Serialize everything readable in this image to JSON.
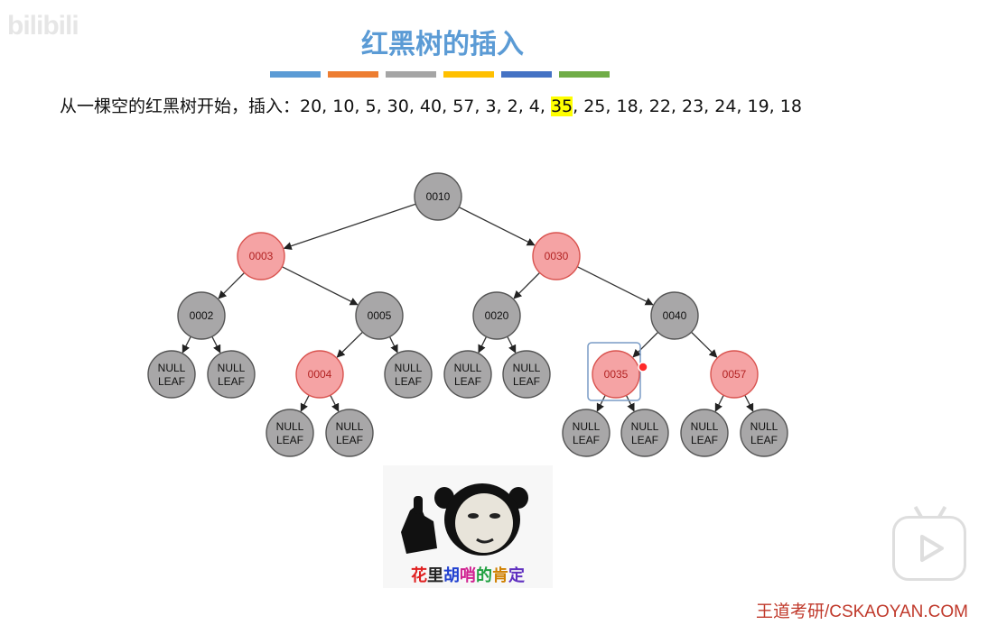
{
  "watermark": "bilibili",
  "title": "红黑树的插入",
  "stripes": [
    "#5b9bd5",
    "#ed7d31",
    "#a5a5a5",
    "#ffc000",
    "#4472c4",
    "#70ad47"
  ],
  "intro": {
    "prefix": "从一棵空的红黑树开始，插入：20, 10, 5, 30, 40, 57, 3, 2, 4, ",
    "highlight": "35",
    "suffix": ", 25, 18, 22, 23, 24, 19, 18"
  },
  "tree": {
    "nodes": [
      {
        "id": "n10",
        "label": "0010",
        "color": "black"
      },
      {
        "id": "n3",
        "label": "0003",
        "color": "red"
      },
      {
        "id": "n30",
        "label": "0030",
        "color": "red"
      },
      {
        "id": "n2",
        "label": "0002",
        "color": "black"
      },
      {
        "id": "n5",
        "label": "0005",
        "color": "black"
      },
      {
        "id": "n20",
        "label": "0020",
        "color": "black"
      },
      {
        "id": "n40",
        "label": "0040",
        "color": "black"
      },
      {
        "id": "l2a",
        "label": "NULL LEAF",
        "color": "black"
      },
      {
        "id": "l2b",
        "label": "NULL LEAF",
        "color": "black"
      },
      {
        "id": "n4",
        "label": "0004",
        "color": "red"
      },
      {
        "id": "l5b",
        "label": "NULL LEAF",
        "color": "black"
      },
      {
        "id": "l20a",
        "label": "NULL LEAF",
        "color": "black"
      },
      {
        "id": "l20b",
        "label": "NULL LEAF",
        "color": "black"
      },
      {
        "id": "n35",
        "label": "0035",
        "color": "red",
        "selected": true
      },
      {
        "id": "n57",
        "label": "0057",
        "color": "red"
      },
      {
        "id": "l4a",
        "label": "NULL LEAF",
        "color": "black"
      },
      {
        "id": "l4b",
        "label": "NULL LEAF",
        "color": "black"
      },
      {
        "id": "l35a",
        "label": "NULL LEAF",
        "color": "black"
      },
      {
        "id": "l35b",
        "label": "NULL LEAF",
        "color": "black"
      },
      {
        "id": "l57a",
        "label": "NULL LEAF",
        "color": "black"
      },
      {
        "id": "l57b",
        "label": "NULL LEAF",
        "color": "black"
      }
    ],
    "edges": [
      [
        "n10",
        "n3"
      ],
      [
        "n10",
        "n30"
      ],
      [
        "n3",
        "n2"
      ],
      [
        "n3",
        "n5"
      ],
      [
        "n30",
        "n20"
      ],
      [
        "n30",
        "n40"
      ],
      [
        "n2",
        "l2a"
      ],
      [
        "n2",
        "l2b"
      ],
      [
        "n5",
        "n4"
      ],
      [
        "n5",
        "l5b"
      ],
      [
        "n20",
        "l20a"
      ],
      [
        "n20",
        "l20b"
      ],
      [
        "n40",
        "n35"
      ],
      [
        "n40",
        "n57"
      ],
      [
        "n4",
        "l4a"
      ],
      [
        "n4",
        "l4b"
      ],
      [
        "n35",
        "l35a"
      ],
      [
        "n35",
        "l35b"
      ],
      [
        "n57",
        "l57a"
      ],
      [
        "n57",
        "l57b"
      ]
    ]
  },
  "meme": {
    "caption_chars": [
      "花",
      "里",
      "胡",
      "哨",
      "的",
      "肯",
      "定"
    ]
  },
  "footer": "王道考研/CSKAOYAN.COM",
  "colors": {
    "black_node_fill": "#a8a7a8",
    "black_node_stroke": "#555555",
    "red_node_fill": "#f5a3a4",
    "red_node_stroke": "#d9534f",
    "red_node_text": "#b22222",
    "edge": "#333333"
  }
}
